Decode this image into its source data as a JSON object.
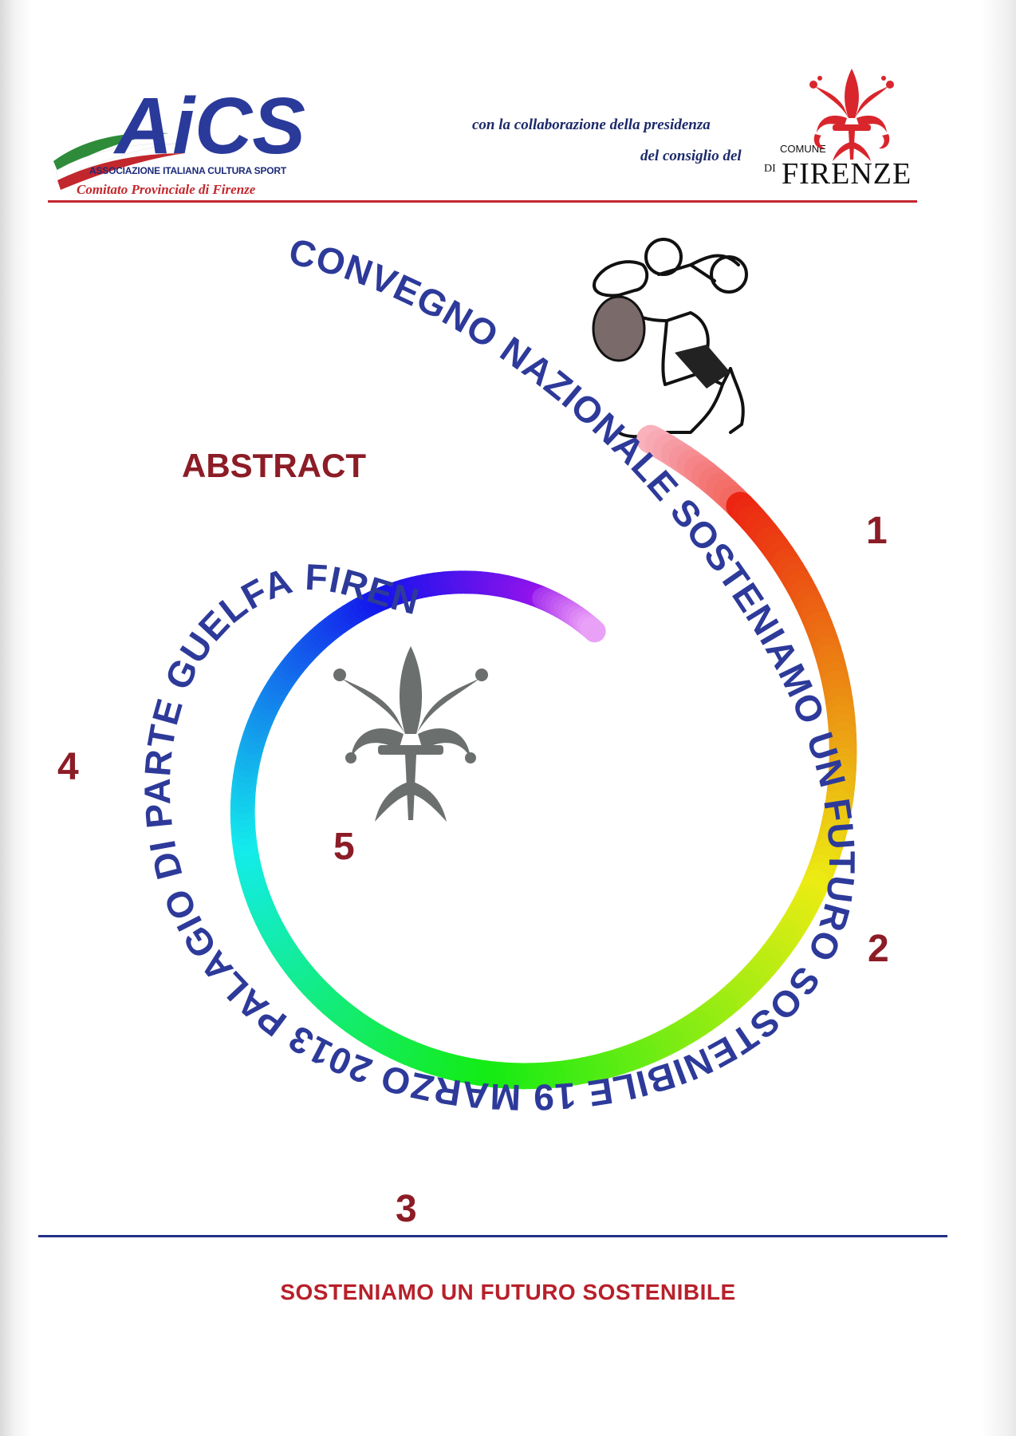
{
  "header": {
    "logo_text": "AiCS",
    "org_name": "ASSOCIAZIONE ITALIANA CULTURA SPORT",
    "org_committee": "Comitato Provinciale di Firenze",
    "collab_line1": "con la collaborazione della presidenza",
    "collab_line2": "del consiglio del",
    "comune_label": "COMUNE",
    "comune_di": "DI",
    "comune_city": "FIRENZE"
  },
  "title": {
    "abstract": "ABSTRACT",
    "spiral_text": "CONVEGNO  NAZIONALE  SOSTENIAMO  UN  FUTURO  SOSTENIBILE    19  MARZO  2013    PALAGIO  DI  PARTE  GUELFA    FIRENZE",
    "numbers": [
      "1",
      "2",
      "3",
      "4",
      "5"
    ]
  },
  "footer": {
    "slogan": "SOSTENIAMO UN FUTURO SOSTENIBILE"
  },
  "colors": {
    "accent_red": "#c2272d",
    "dark_red": "#8c1c26",
    "navy": "#1c2a7a",
    "rule_blue": "#223088",
    "lily_gray": "#6b6f6e"
  },
  "icons": {
    "logo": "aics-logo",
    "city_emblem": "florence-lily-icon",
    "center_emblem": "florence-lily-icon",
    "illustration": "boxer-illustration"
  }
}
